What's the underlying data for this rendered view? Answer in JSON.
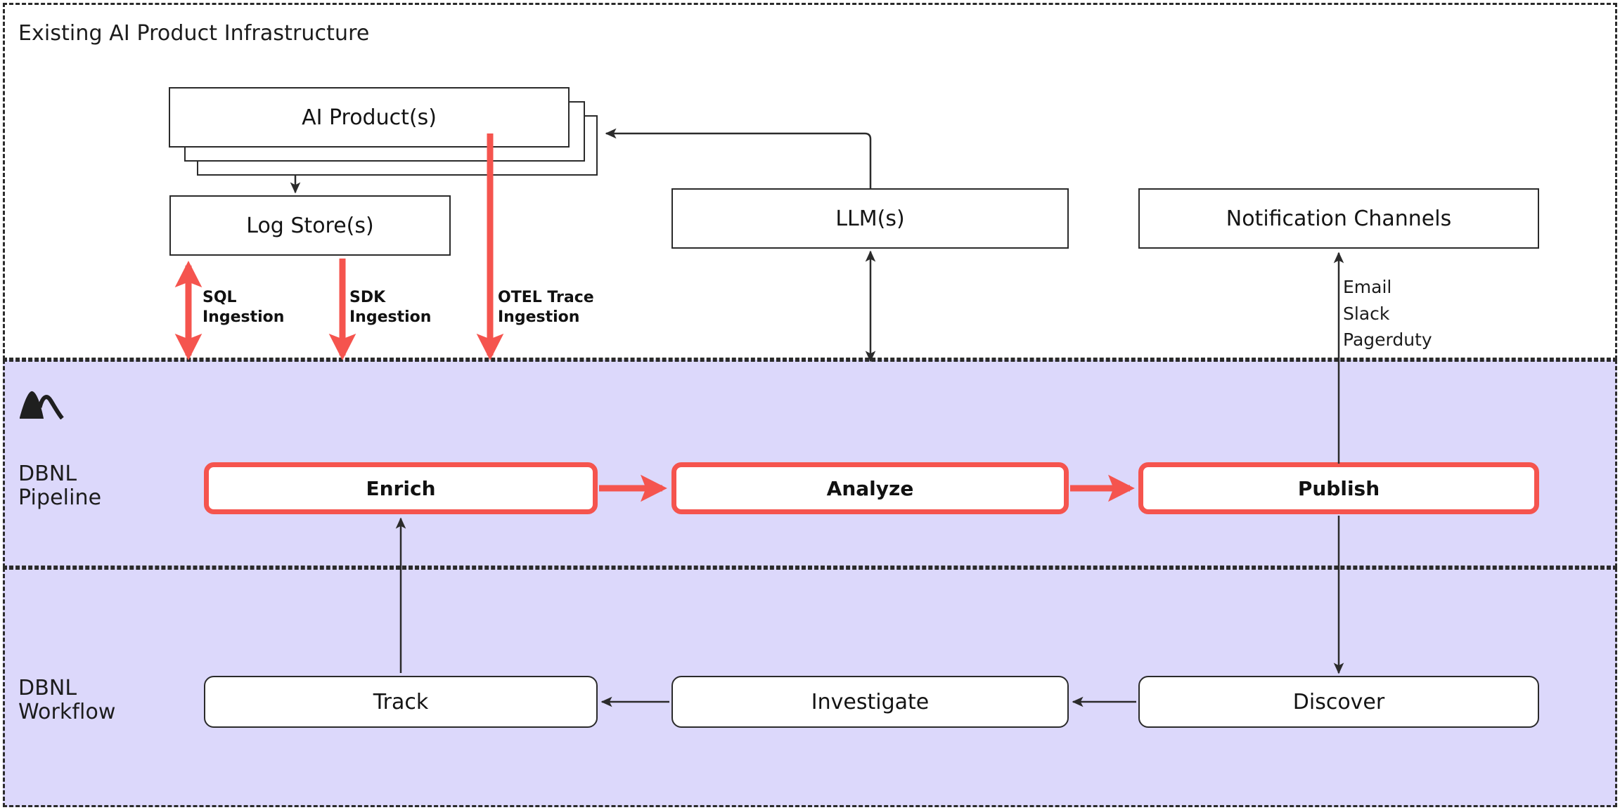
{
  "diagram": {
    "title": "Existing AI Product Infrastructure",
    "accent_red": "#f5544e",
    "band_purple": "#dcd8fb",
    "line_dark": "#2b2b2b"
  },
  "sections": {
    "existing": {
      "title": "Existing AI Product Infrastructure",
      "nodes": {
        "ai_products": "AI Product(s)",
        "log_stores": "Log Store(s)",
        "llms": "LLM(s)",
        "notification_channels": "Notification Channels"
      },
      "notification_list": "Email\nSlack\nPagerduty",
      "notification_items": [
        "Email",
        "Slack",
        "Pagerduty"
      ]
    },
    "pipeline": {
      "label": "DBNL\nPipeline",
      "label_line1": "DBNL",
      "label_line2": "Pipeline",
      "logo_name": "dbnl-mountain-logo",
      "stages": [
        {
          "id": "enrich",
          "label": "Enrich"
        },
        {
          "id": "analyze",
          "label": "Analyze"
        },
        {
          "id": "publish",
          "label": "Publish"
        }
      ]
    },
    "workflow": {
      "label": "DBNL\nWorkflow",
      "label_line1": "DBNL",
      "label_line2": "Workflow",
      "stages": [
        {
          "id": "track",
          "label": "Track"
        },
        {
          "id": "investigate",
          "label": "Investigate"
        },
        {
          "id": "discover",
          "label": "Discover"
        }
      ]
    }
  },
  "ingestion": [
    {
      "id": "sql",
      "line1": "SQL",
      "line2": "Ingestion",
      "direction": "bidirectional"
    },
    {
      "id": "sdk",
      "line1": "SDK",
      "line2": "Ingestion",
      "direction": "down"
    },
    {
      "id": "otel",
      "line1": "OTEL Trace",
      "line2": "Ingestion",
      "direction": "down"
    }
  ],
  "connections": [
    {
      "from": "ai_products",
      "to": "log_stores",
      "style": "solid-dark",
      "direction": "down"
    },
    {
      "from": "llms",
      "to": "ai_products",
      "style": "solid-dark",
      "direction": "left"
    },
    {
      "from": "pipeline_analyze_area",
      "to": "llms",
      "style": "solid-dark",
      "direction": "bidirectional"
    },
    {
      "from": "log_stores",
      "to": "pipeline",
      "style": "red",
      "label": "SQL Ingestion",
      "direction": "bidirectional"
    },
    {
      "from": "ai_products",
      "to": "pipeline",
      "style": "red",
      "label": "SDK Ingestion",
      "direction": "down"
    },
    {
      "from": "ai_products",
      "to": "pipeline",
      "style": "red",
      "label": "OTEL Trace Ingestion",
      "direction": "down"
    },
    {
      "from": "enrich",
      "to": "analyze",
      "style": "red",
      "direction": "right"
    },
    {
      "from": "analyze",
      "to": "publish",
      "style": "red",
      "direction": "right"
    },
    {
      "from": "publish",
      "to": "notification_channels",
      "style": "solid-dark",
      "direction": "up"
    },
    {
      "from": "publish",
      "to": "discover",
      "style": "solid-dark",
      "direction": "down"
    },
    {
      "from": "discover",
      "to": "investigate",
      "style": "solid-dark",
      "direction": "left"
    },
    {
      "from": "investigate",
      "to": "track",
      "style": "solid-dark",
      "direction": "left"
    },
    {
      "from": "track",
      "to": "enrich",
      "style": "solid-dark",
      "direction": "up"
    }
  ]
}
